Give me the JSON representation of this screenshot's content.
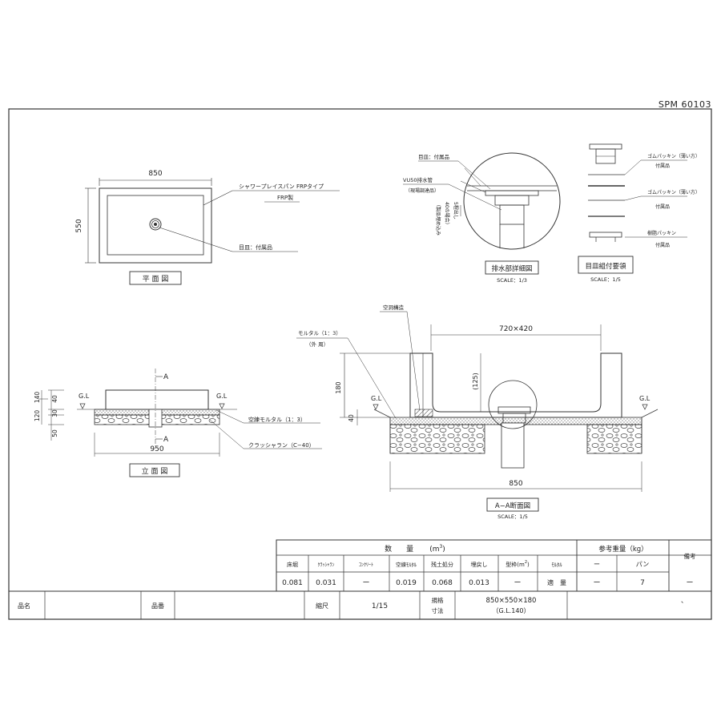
{
  "doc_code": "SPM 60103",
  "plan": {
    "width_label": "850",
    "height_label": "550",
    "callout_pan": "シャワープレイスパン FRPタイプ",
    "callout_frp": "FRP製",
    "callout_cover": "目皿：付属品",
    "title": "平 面 図"
  },
  "detail": {
    "callout_cover": "目皿：付属品",
    "callout_pipe": "VU50排水管",
    "callout_pipe_note": "（現場調達品）",
    "note_a": "（製品埋め込み",
    "note_b": "40の場合）",
    "note_c": "5程出し",
    "title": "排水部詳細図",
    "scale": "SCALE：1/3"
  },
  "assembly": {
    "gasket1": "ゴムパッキン（薄い方）",
    "gasket1_note": "付属品",
    "gasket2": "ゴムパッキン（薄い方）",
    "gasket2_note": "付属品",
    "gasket3": "樹脂パッキン",
    "gasket3_note": "付属品",
    "title": "目皿組付要領",
    "scale": "SCALE：1/5"
  },
  "elevation": {
    "dim_40": "40",
    "dim_140": "140",
    "dim_120": "120",
    "dim_30": "30",
    "dim_50": "50",
    "gl_left": "G.L",
    "gl_right": "G.L",
    "cut_top": "A",
    "cut_bottom": "A",
    "callout_mortar": "空練モルタル（1：3）",
    "callout_crusher": "クラッシャラン（C−40）",
    "width_label": "950",
    "title": "立 面 図"
  },
  "section": {
    "callout_hollow": "空洞構造",
    "callout_mortar": "モルタル（1：3）",
    "callout_mortar_note": "（外 周）",
    "dim_inner": "720×420",
    "dim_180": "180",
    "dim_125": "(125)",
    "dim_40": "40",
    "gl_left": "G.L",
    "gl_right": "G.L",
    "width_label": "850",
    "title": "A−A断面図",
    "scale": "SCALE：1/5"
  },
  "table": {
    "quantity_header": "数　　量",
    "quantity_unit": "(m",
    "quantity_unit_sup": "3",
    "quantity_unit_close": ")",
    "weight_header": "参考重量（kg）",
    "remarks_header": "備考",
    "columns": [
      "床堀",
      "ｸﾗｯｼｬﾗﾝ",
      "ｺﾝｸﾘｰﾄ",
      "空練ﾓﾙﾀﾙ",
      "残土処分",
      "埋戻し",
      "型枠(m",
      "ﾓﾙﾀﾙ",
      "ー",
      "パン",
      ""
    ],
    "formwork_sup": "2",
    "formwork_close": ")",
    "values": [
      "0.081",
      "0.031",
      "ー",
      "0.019",
      "0.068",
      "0.013",
      "ー",
      "適　量",
      "ー",
      "7",
      "ー"
    ]
  },
  "titleblock": {
    "product_name_label": "品名",
    "product_name_value": "",
    "product_no_label": "品番",
    "product_no_value": "",
    "scale_label": "縮尺",
    "scale_value": "1/15",
    "spec_label_1": "規格",
    "spec_label_2": "寸法",
    "spec_value_1": "850×550×180",
    "spec_value_2": "（G.L.140）",
    "mark": "、"
  }
}
